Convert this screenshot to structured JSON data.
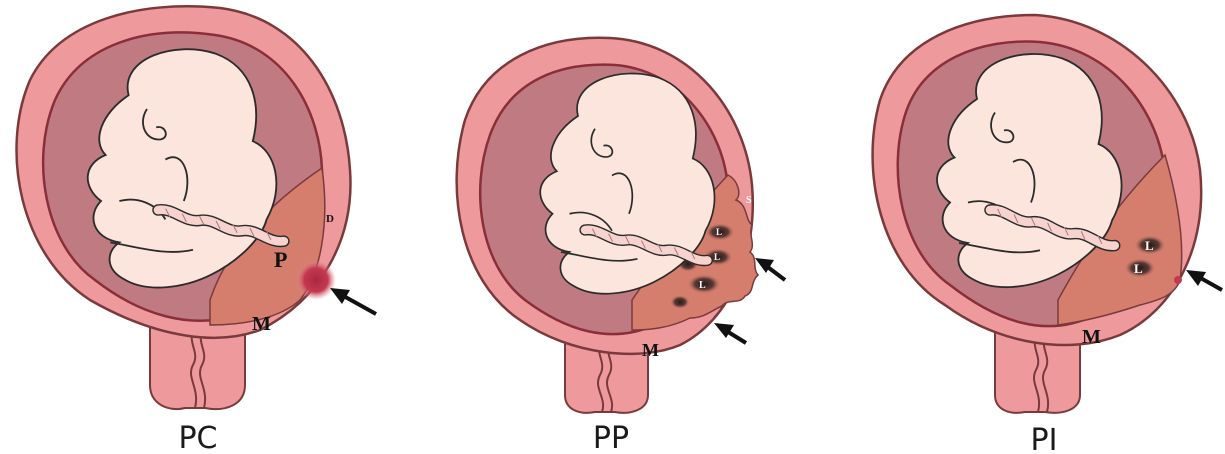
{
  "panels": [
    {
      "id": "pc",
      "caption": "PC",
      "labels": {
        "placenta": "P",
        "myometrium": "M",
        "decidua": "D"
      }
    },
    {
      "id": "pp",
      "caption": "PP",
      "labels": {
        "myometrium": "M",
        "serosa": "S",
        "lacuna": "L"
      }
    },
    {
      "id": "pi",
      "caption": "PI",
      "labels": {
        "myometrium": "M",
        "lacuna": "L"
      }
    }
  ],
  "colors": {
    "uterus_wall": "#ee9a9c",
    "uterus_outline": "#7a3a3c",
    "cavity": "#c07a82",
    "cavity_border": "#8a2f3a",
    "fetus": "#fbe5dc",
    "cord": "#f7d3cf",
    "placenta": "#d67e6e",
    "lacuna": "#5a3a34",
    "arrow": "#111111"
  }
}
